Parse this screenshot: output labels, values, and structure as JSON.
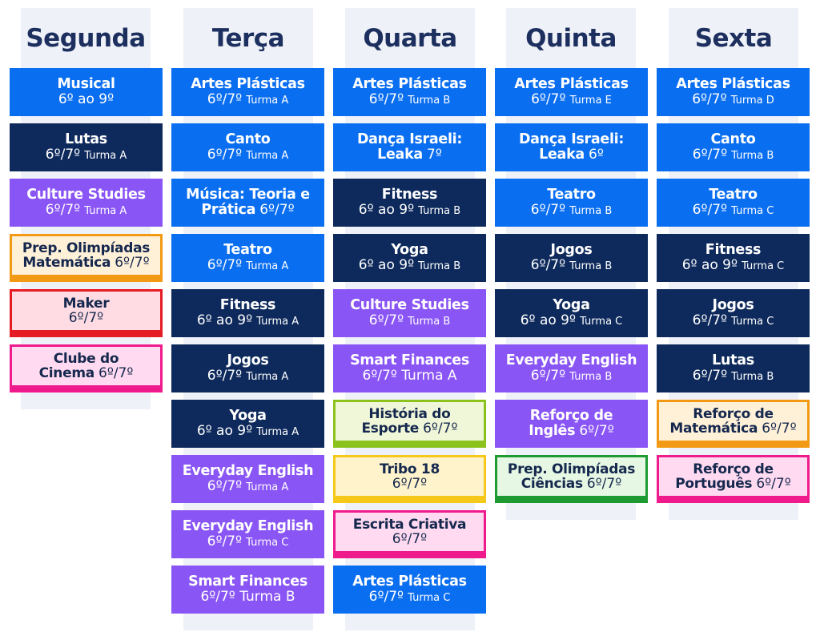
{
  "days": [
    "Segunda",
    "Terça",
    "Quarta",
    "Quinta",
    "Sexta"
  ],
  "columns": [
    [
      {
        "title": "Musical",
        "sub": "6º ao 9º",
        "small": "",
        "style": "blue"
      },
      {
        "title": "Lutas",
        "sub": "6º/7º",
        "small": "Turma A",
        "style": "navy"
      },
      {
        "title": "Culture Studies",
        "sub": "6º/7º",
        "small": "Turma A",
        "style": "purple"
      },
      {
        "title": "Prep. Olimpíadas",
        "sub": "",
        "small": "",
        "title2": "Matemática",
        "tail": "6º/7º",
        "style": "peach"
      },
      {
        "title": "Maker",
        "sub": "6º/7º",
        "small": "",
        "style": "pink"
      },
      {
        "title": "Clube do",
        "sub": "",
        "small": "",
        "title2": "Cinema",
        "tail": "6º/7º",
        "style": "magenta"
      }
    ],
    [
      {
        "title": "Artes Plásticas",
        "sub": "6º/7º",
        "small": "Turma A",
        "style": "blue"
      },
      {
        "title": "Canto",
        "sub": "6º/7º",
        "small": "Turma A",
        "style": "blue"
      },
      {
        "title": "Música: Teoria e",
        "sub": "",
        "small": "",
        "title2": "Prática",
        "tail": "6º/7º",
        "style": "blue"
      },
      {
        "title": "Teatro",
        "sub": "6º/7º",
        "small": "Turma A",
        "style": "blue"
      },
      {
        "title": "Fitness",
        "sub": "6º ao 9º",
        "small": "Turma A",
        "style": "navy"
      },
      {
        "title": "Jogos",
        "sub": "6º/7º",
        "small": "Turma A",
        "style": "navy"
      },
      {
        "title": "Yoga",
        "sub": "6º ao 9º",
        "small": "Turma A",
        "style": "navy"
      },
      {
        "title": "Everyday English",
        "sub": "6º/7º",
        "small": "Turma A",
        "style": "purple"
      },
      {
        "title": "Everyday English",
        "sub": "6º/7º",
        "small": "Turma C",
        "style": "purple"
      },
      {
        "title": "Smart Finances",
        "sub": "6º/7º Turma B",
        "small": "",
        "style": "purple"
      }
    ],
    [
      {
        "title": "Artes Plásticas",
        "sub": "6º/7º",
        "small": "Turma B",
        "style": "blue"
      },
      {
        "title": "Dança Israeli:",
        "sub": "",
        "small": "",
        "title2": "Leaka",
        "tail": "7º",
        "style": "blue"
      },
      {
        "title": "Fitness",
        "sub": "6º ao 9º",
        "small": "Turma B",
        "style": "navy"
      },
      {
        "title": "Yoga",
        "sub": "6º ao 9º",
        "small": "Turma B",
        "style": "navy"
      },
      {
        "title": "Culture Studies",
        "sub": "6º/7º",
        "small": "Turma B",
        "style": "purple"
      },
      {
        "title": "Smart Finances",
        "sub": "6º/7º Turma A",
        "small": "",
        "style": "purple"
      },
      {
        "title": "História do",
        "sub": "",
        "small": "",
        "title2": "Esporte",
        "tail": "6º/7º",
        "style": "green"
      },
      {
        "title": "Tribo 18",
        "sub": "6º/7º",
        "small": "",
        "style": "yellow"
      },
      {
        "title": "Escrita Criativa",
        "sub": "6º/7º",
        "small": "",
        "style": "magenta"
      },
      {
        "title": "Artes Plásticas",
        "sub": "6º/7º",
        "small": "Turma C",
        "style": "blue"
      }
    ],
    [
      {
        "title": "Artes Plásticas",
        "sub": "6º/7º",
        "small": "Turma E",
        "style": "blue"
      },
      {
        "title": "Dança Israeli:",
        "sub": "",
        "small": "",
        "title2": "Leaka",
        "tail": "6º",
        "style": "blue"
      },
      {
        "title": "Teatro",
        "sub": "6º/7º",
        "small": "Turma B",
        "style": "blue"
      },
      {
        "title": "Jogos",
        "sub": "6º/7º",
        "small": "Turma B",
        "style": "navy"
      },
      {
        "title": "Yoga",
        "sub": "6º ao 9º",
        "small": "Turma C",
        "style": "navy"
      },
      {
        "title": "Everyday English",
        "sub": "6º/7º",
        "small": "Turma B",
        "style": "purple"
      },
      {
        "title": "Reforço de",
        "sub": "",
        "small": "",
        "title2": "Inglês",
        "tail": "6º/7º",
        "style": "purple"
      },
      {
        "title": "Prep. Olimpíadas",
        "sub": "",
        "small": "",
        "title2": "Ciências",
        "tail": "6º/7º",
        "style": "mint"
      }
    ],
    [
      {
        "title": "Artes Plásticas",
        "sub": "6º/7º",
        "small": "Turma D",
        "style": "blue"
      },
      {
        "title": "Canto",
        "sub": "6º/7º",
        "small": "Turma B",
        "style": "blue"
      },
      {
        "title": "Teatro",
        "sub": "6º/7º",
        "small": "Turma C",
        "style": "blue"
      },
      {
        "title": "Fitness",
        "sub": "6º ao 9º",
        "small": "Turma C",
        "style": "navy"
      },
      {
        "title": "Jogos",
        "sub": "6º/7º",
        "small": "Turma C",
        "style": "navy"
      },
      {
        "title": "Lutas",
        "sub": "6º/7º",
        "small": "Turma B",
        "style": "navy"
      },
      {
        "title": "Reforço de",
        "sub": "",
        "small": "",
        "title2": "Matemática",
        "tail": "6º/7º",
        "style": "peach"
      },
      {
        "title": "Reforço de",
        "sub": "",
        "small": "",
        "title2": "Português",
        "tail": "6º/7º",
        "style": "magenta"
      }
    ]
  ]
}
